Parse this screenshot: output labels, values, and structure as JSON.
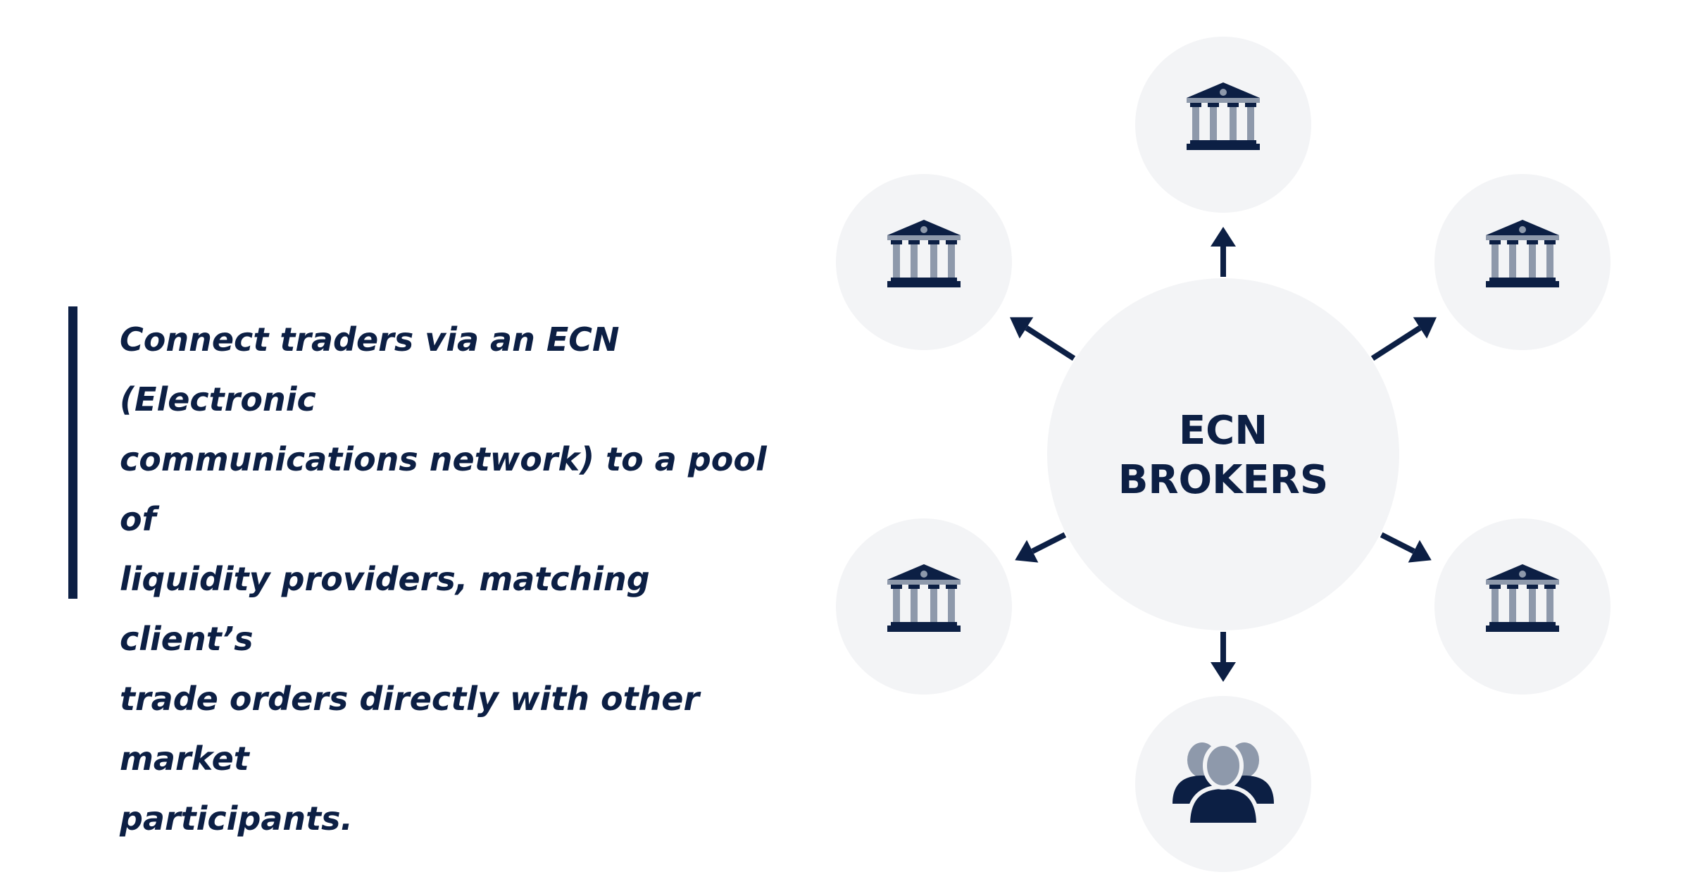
{
  "description": {
    "text": "Connect traders via an ECN (Electronic communications network) to a pool of liquidity providers, matching client’s trade orders directly with other market participants.",
    "lines": [
      "Connect traders via an ECN (Electronic",
      "communications network) to a pool of",
      "liquidity providers, matching client’s",
      "trade orders directly with other market",
      "participants."
    ]
  },
  "diagram": {
    "hub": {
      "lines": [
        "ECN",
        "BROKERS"
      ]
    },
    "nodes": [
      {
        "icon": "bank-icon"
      },
      {
        "icon": "bank-icon"
      },
      {
        "icon": "bank-icon"
      },
      {
        "icon": "bank-icon"
      },
      {
        "icon": "bank-icon"
      },
      {
        "icon": "users-group-icon"
      }
    ]
  },
  "colors": {
    "navy": "#0c1f44",
    "gray_icon": "#8e99ab",
    "circle_fill": "#f3f4f6",
    "background": "#ffffff"
  }
}
